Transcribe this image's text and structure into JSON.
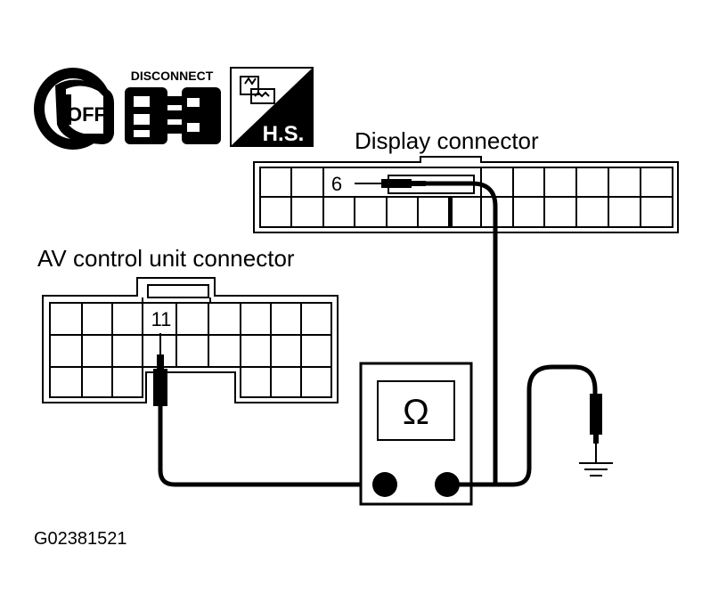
{
  "icons": {
    "ignition_text": "OFF",
    "disconnect_text": "DISCONNECT",
    "harness_text": "H.S."
  },
  "display_connector": {
    "label": "Display connector",
    "pin": "6"
  },
  "av_connector": {
    "label": "AV control unit connector",
    "pin": "11"
  },
  "ohmmeter": {
    "symbol": "Ω"
  },
  "figure_id": "G02381521"
}
